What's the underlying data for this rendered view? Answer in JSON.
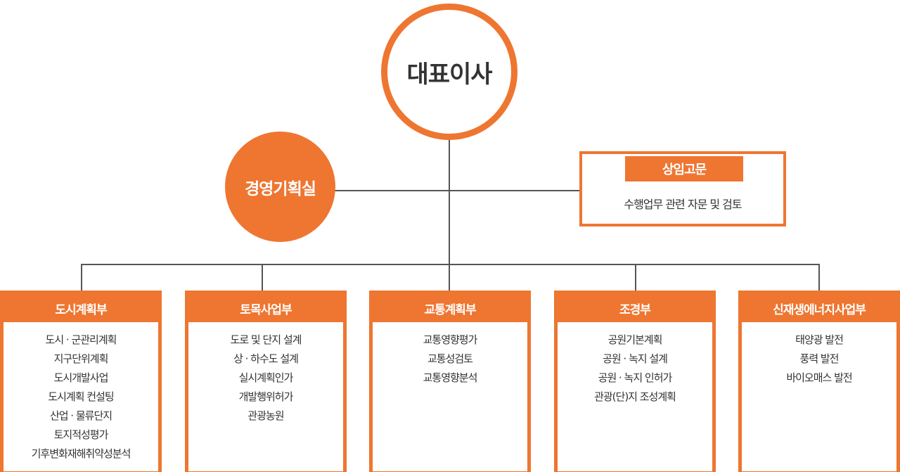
{
  "ceo": {
    "label": "대표이사"
  },
  "planning_office": {
    "label": "경영기획실"
  },
  "advisor": {
    "title": "상임고문",
    "description": "수행업무 관련 자문 및 검토"
  },
  "departments": [
    {
      "name": "도시계획부",
      "items": [
        "도시 · 군관리계획",
        "지구단위계획",
        "도시개발사업",
        "도시계획 컨설팅",
        "산업 · 물류단지",
        "토지적성평가",
        "기후변화재해취약성분석"
      ]
    },
    {
      "name": "토목사업부",
      "items": [
        "도로 및 단지 설계",
        "상 · 하수도 설계",
        "실시계획인가",
        "개발행위허가",
        "관광농원"
      ]
    },
    {
      "name": "교통계획부",
      "items": [
        "교통영향평가",
        "교통성검토",
        "교통영향분석"
      ]
    },
    {
      "name": "조경부",
      "items": [
        "공원기본계획",
        "공원 · 녹지 설계",
        "공원 · 녹지 인허가",
        "관광(단)지 조성계획"
      ]
    },
    {
      "name": "신재생에너지사업부",
      "items": [
        "태양광 발전",
        "풍력 발전",
        "바이오매스 발전"
      ]
    }
  ],
  "colors": {
    "accent": "#ee7631",
    "line": "#555555",
    "text": "#333333"
  }
}
